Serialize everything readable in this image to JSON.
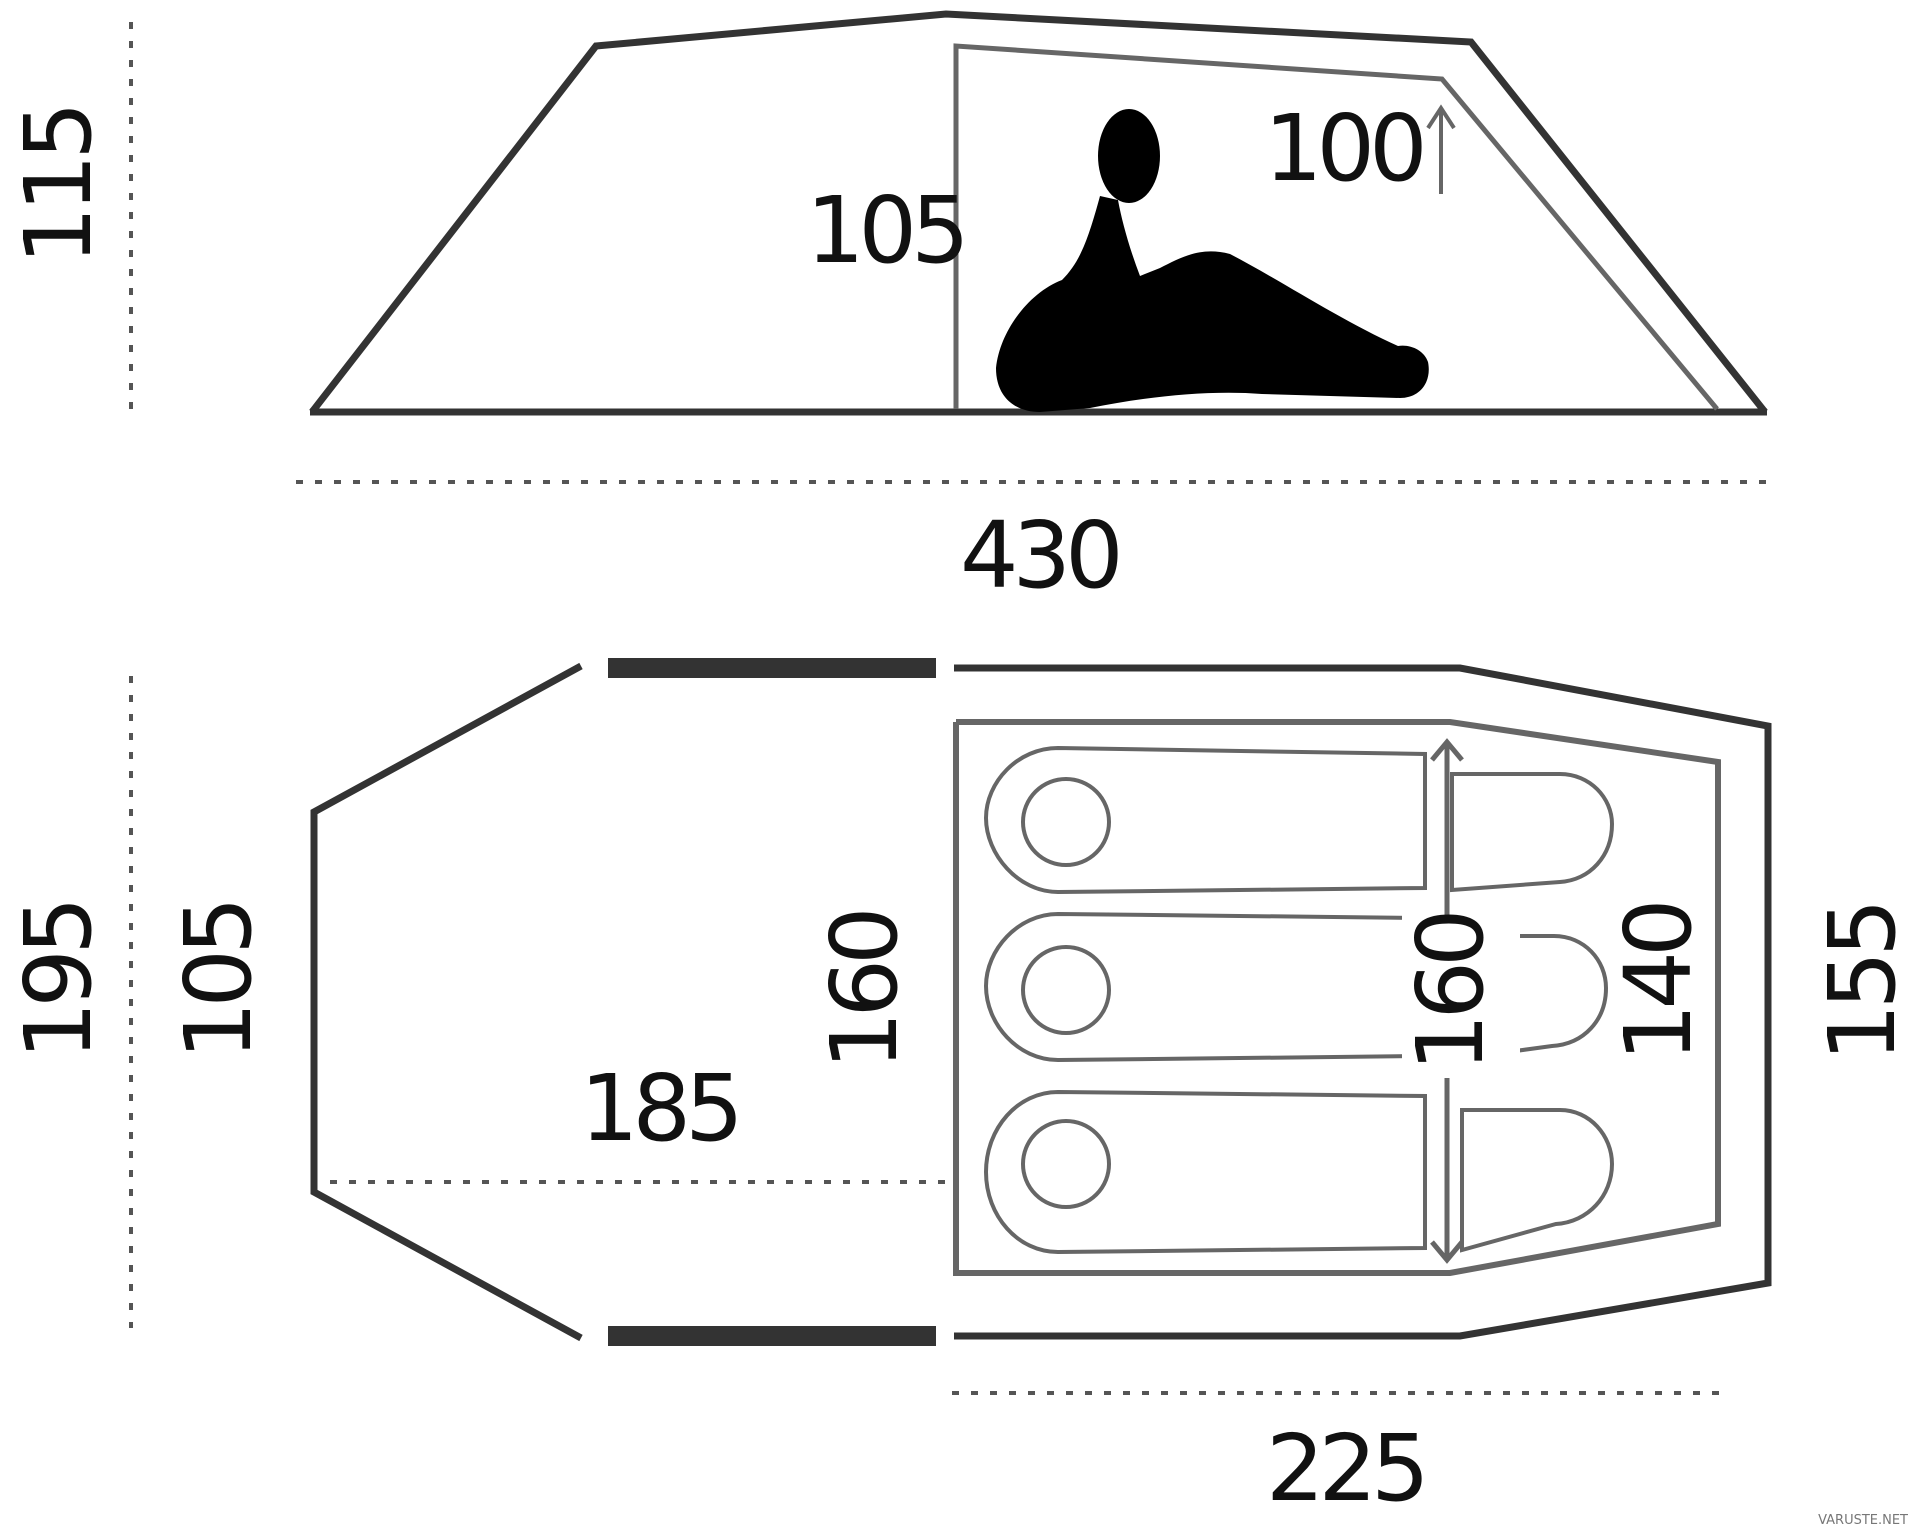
{
  "diagram": {
    "side_view": {
      "height_outer": "115",
      "height_inner_door": "105",
      "height_inner_apex": "100",
      "length_total": "430"
    },
    "floor_plan": {
      "width_outer": "195",
      "width_vestibule_end": "105",
      "width_inner_door": "160",
      "vestibule_depth": "185",
      "inner_width_mid": "160",
      "inner_width_end": "140",
      "width_outer_end": "155",
      "inner_length": "225"
    },
    "colors": {
      "outline": "#333333",
      "inner_tent": "#666666",
      "figure": "#000000"
    }
  },
  "watermark": "VARUSTE.NET"
}
